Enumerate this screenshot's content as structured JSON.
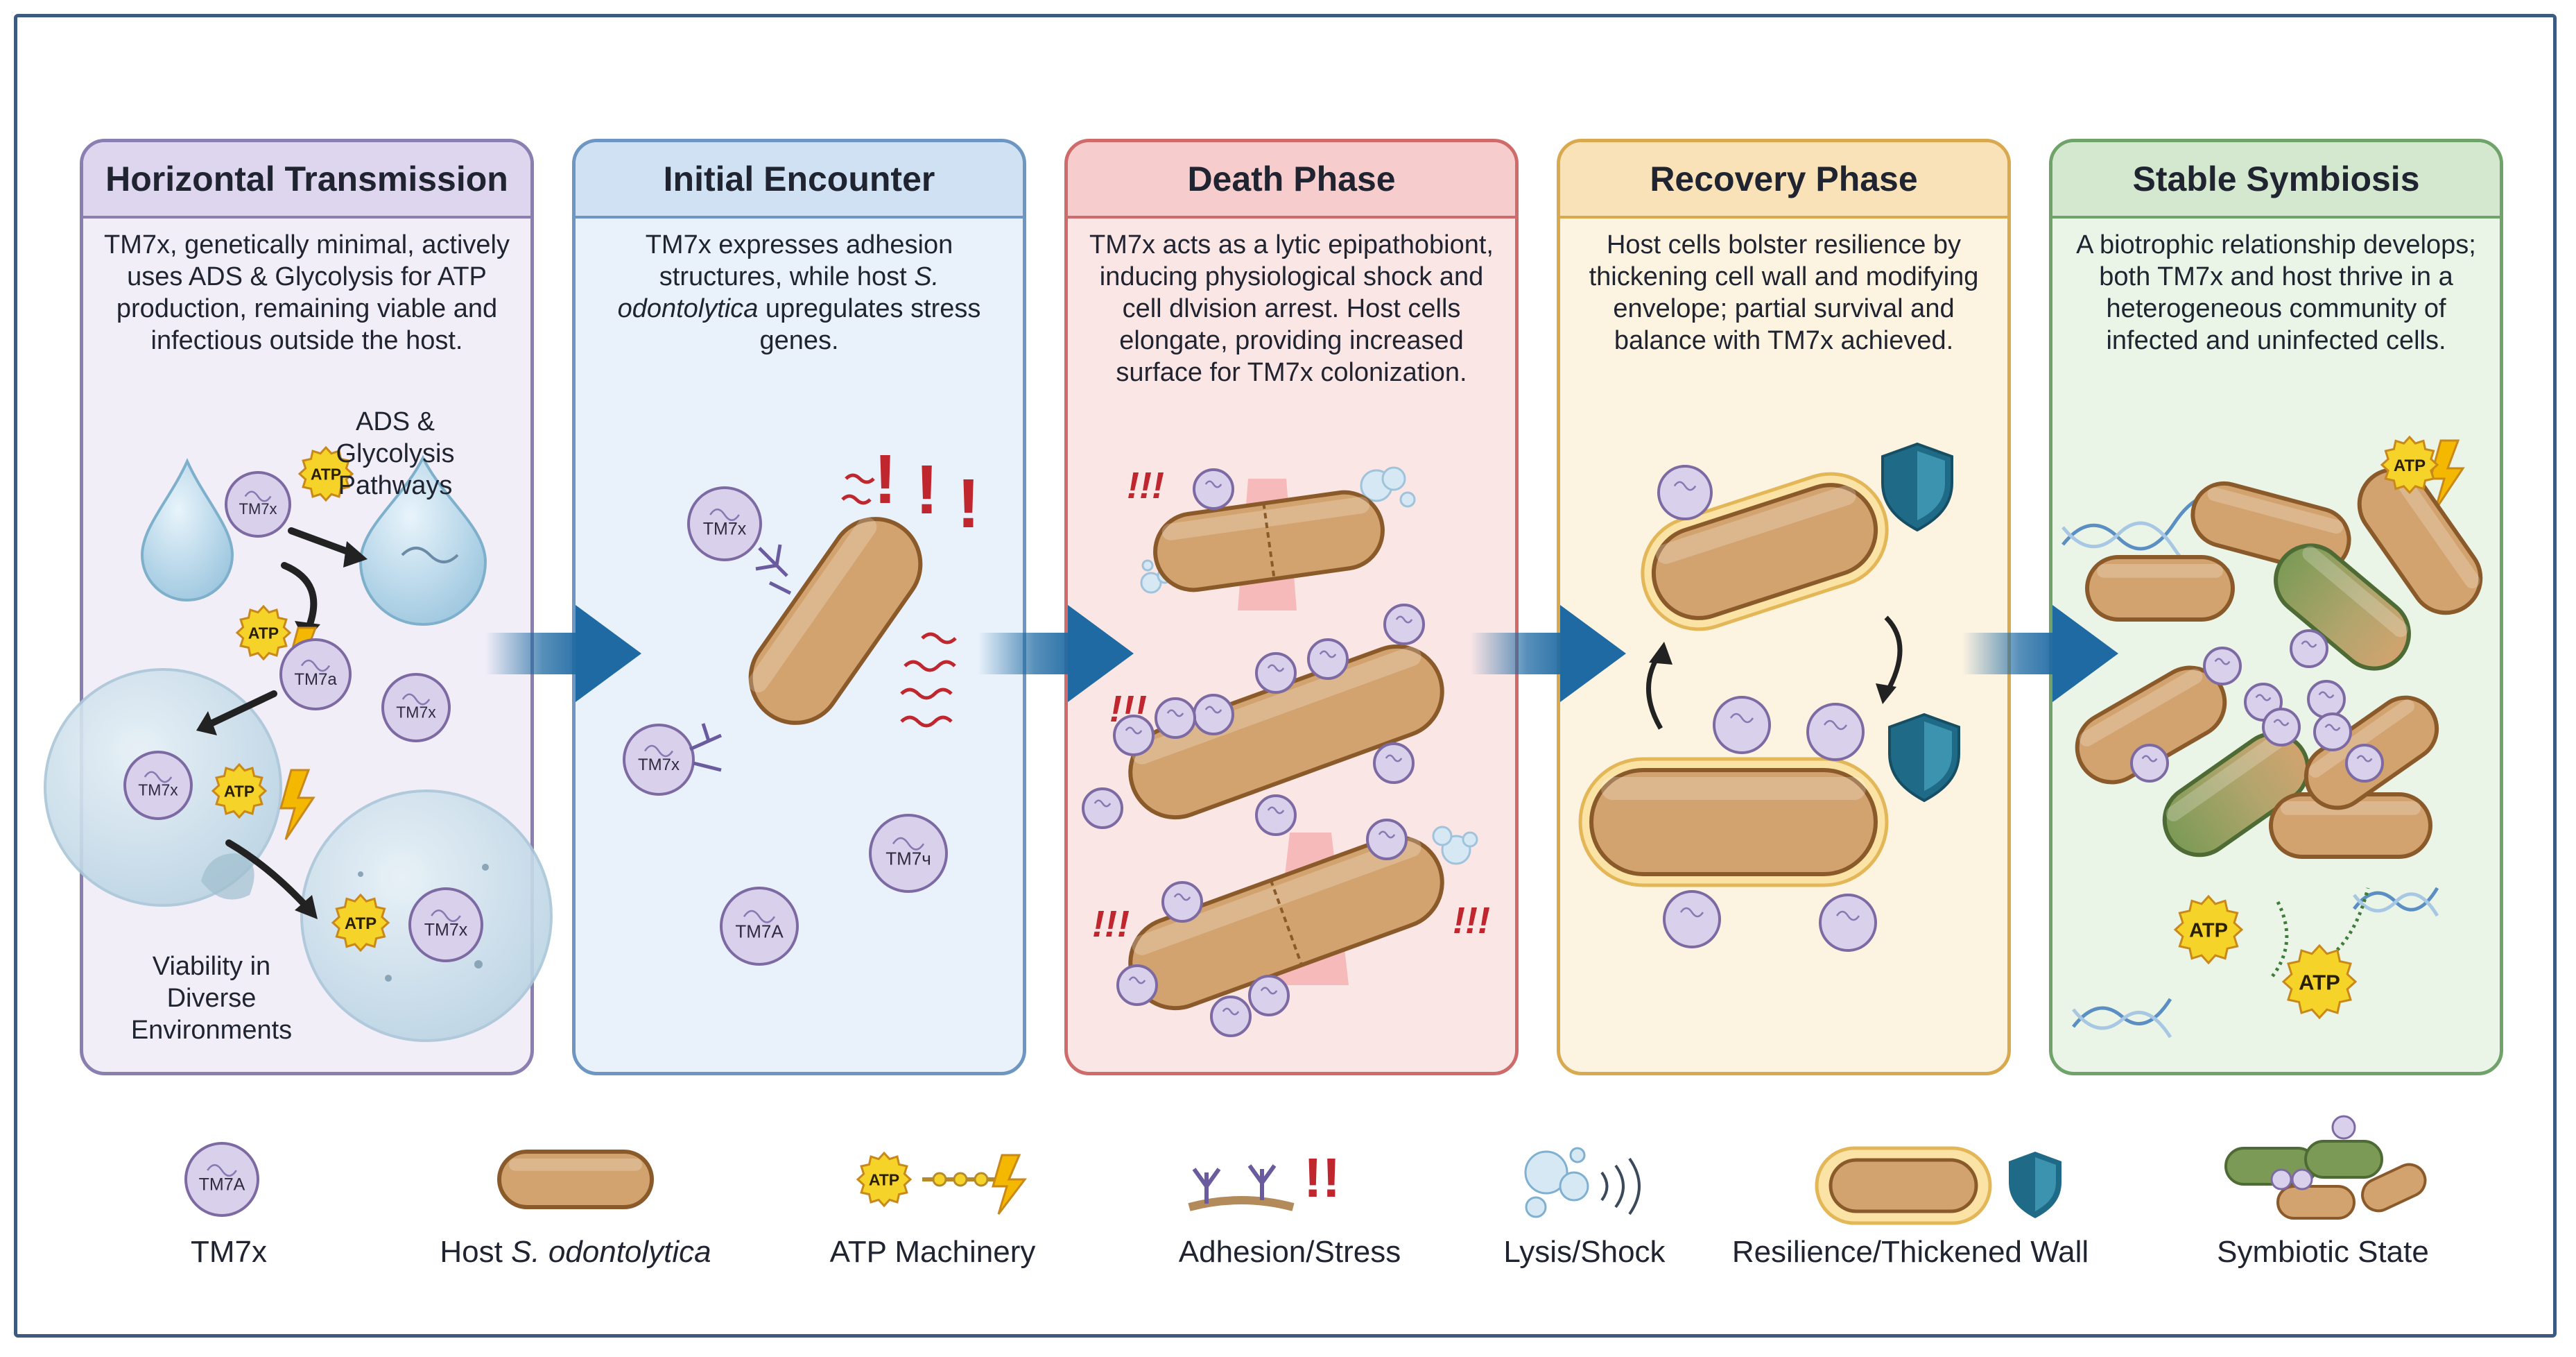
{
  "panels": [
    {
      "title": "Horizontal Transmission",
      "description": "TM7x, genetically minimal, actively uses ADS & Glycolysis for ATP production, remaining viable and infectious outside the host.",
      "pathway_label": "ADS & Glycolysis Pathways",
      "env_label": "Viability in Diverse Environments",
      "colors": {
        "border": "#8a7fb0",
        "header": "#ddd6ee",
        "bg": "#f1eef8"
      }
    },
    {
      "title": "Initial Encounter",
      "description_parts": [
        "TM7x expresses adhesion structures, while host ",
        "S. odontolytica",
        " upregulates stress genes."
      ],
      "colors": {
        "border": "#6d97c2",
        "header": "#cfe1f2",
        "bg": "#e9f2fb"
      }
    },
    {
      "title": "Death Phase",
      "description": "TM7x acts as a lytic epipathobiont, inducing physiological shock and cell dlvision arrest. Host cells elongate, providing increased surface for TM7x colonization.",
      "colors": {
        "border": "#cf6b6b",
        "header": "#f7cccc",
        "bg": "#fbe6e6"
      }
    },
    {
      "title": "Recovery Phase",
      "description": "Host cells bolster resilience by thickening cell wall and modifying envelope; partial survival and balance with TM7x achieved.",
      "colors": {
        "border": "#d9a94f",
        "header": "#f9e2b8",
        "bg": "#fdf3e1"
      }
    },
    {
      "title": "Stable Symbiosis",
      "description": "A biotrophic relationship develops; both TM7x and host thrive in a heterogeneous community of infected and uninfected cells.",
      "colors": {
        "border": "#6fa36a",
        "header": "#d3e8cf",
        "bg": "#eaf5e8"
      }
    }
  ],
  "cell_labels": {
    "p1": [
      "TM7x",
      "TM7a",
      "TM7x",
      "TM7x",
      "TM7x"
    ],
    "p2": [
      "TM7x",
      "TM7x",
      "TM7ч",
      "TM7A"
    ]
  },
  "atp_label": "ATP",
  "legend": [
    {
      "label": "TM7x",
      "icon": "tm7x-cell-icon",
      "icon_text": "TM7A"
    },
    {
      "label_prefix": "Host ",
      "label_italic": "S. odontolytica",
      "icon": "host-cell-icon"
    },
    {
      "label": "ATP Machinery",
      "icon": "atp-machinery-icon",
      "icon_text": "ATP"
    },
    {
      "label": "Adhesion/Stress",
      "icon": "adhesion-stress-icon"
    },
    {
      "label": "Lysis/Shock",
      "icon": "lysis-shock-icon"
    },
    {
      "label": "Resilience/Thickened Wall",
      "icon": "thickened-wall-icon"
    },
    {
      "label": "Symbiotic State",
      "icon": "symbiotic-state-icon"
    }
  ],
  "palette": {
    "tm7x_fill": "#d9d1ec",
    "tm7x_stroke": "#7d6aa3",
    "host_fill": "#d2a36e",
    "host_stroke": "#8b5a2b",
    "atp": "#f5d328",
    "arrow": "#1f6aa3",
    "shield": "#1f6a86",
    "infected_host": "#7b9a55"
  }
}
